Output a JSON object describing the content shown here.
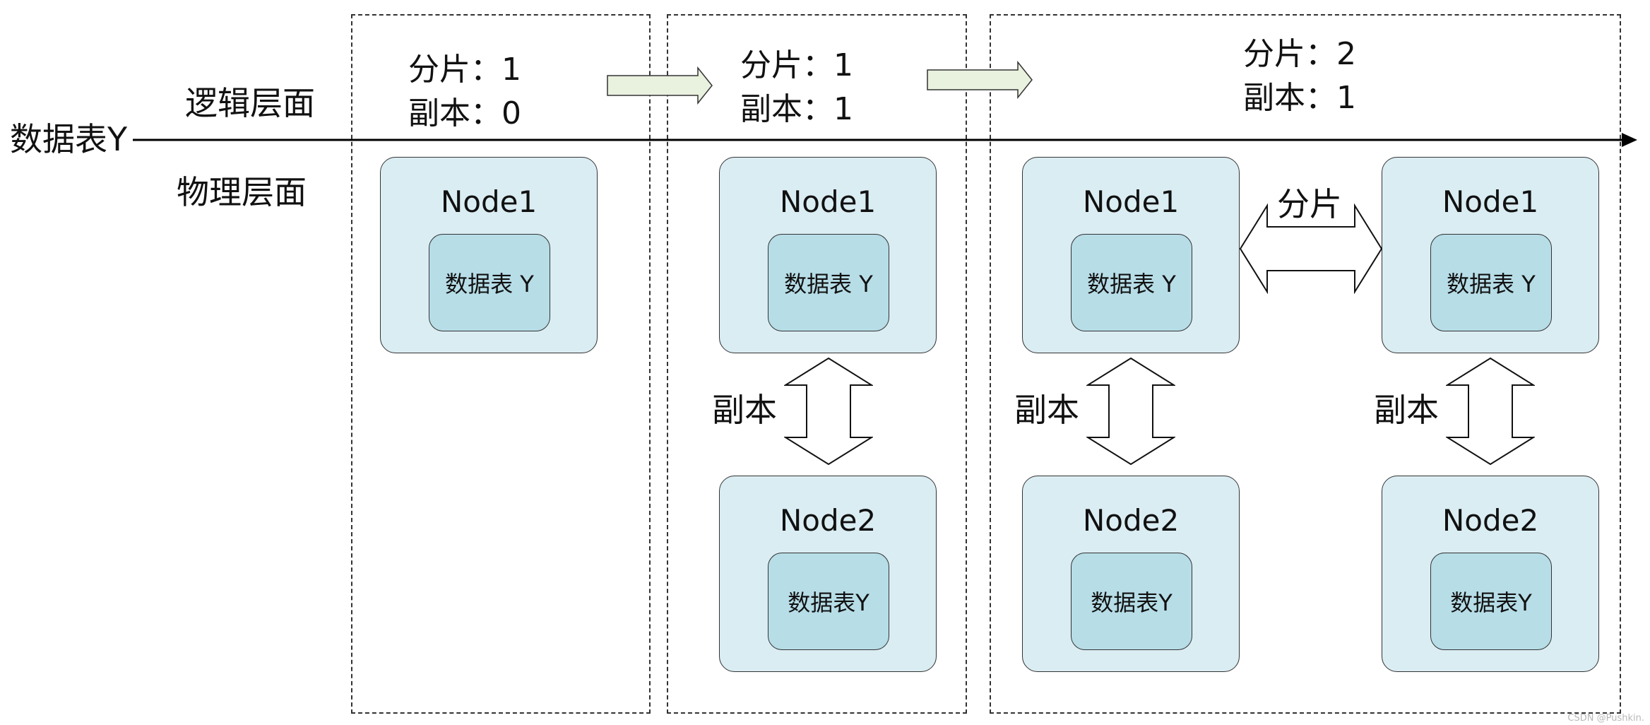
{
  "timeline": {
    "label": "数据表Y"
  },
  "layers": {
    "logical": "逻辑层面",
    "physical": "物理层面"
  },
  "stages": [
    {
      "shard_text": "分片：1",
      "replica_text": "副本：0"
    },
    {
      "shard_text": "分片：1",
      "replica_text": "副本：1"
    },
    {
      "shard_text": "分片：2",
      "replica_text": "副本：1"
    }
  ],
  "nodes": [
    {
      "title": "Node1",
      "table": "数据表 Y"
    },
    {
      "title": "Node1",
      "table": "数据表 Y"
    },
    {
      "title": "Node2",
      "table": "数据表Y"
    },
    {
      "title": "Node1",
      "table": "数据表 Y"
    },
    {
      "title": "Node2",
      "table": "数据表Y"
    },
    {
      "title": "Node1",
      "table": "数据表 Y"
    },
    {
      "title": "Node2",
      "table": "数据表Y"
    }
  ],
  "links": {
    "replica": "副本",
    "shard": "分片"
  },
  "watermark": "CSDN @Pushkin.",
  "colors": {
    "node_fill": "#daedf3",
    "table_fill": "#b7dde7",
    "step_arrow_fill": "#e9f1df",
    "line": "#333333"
  }
}
